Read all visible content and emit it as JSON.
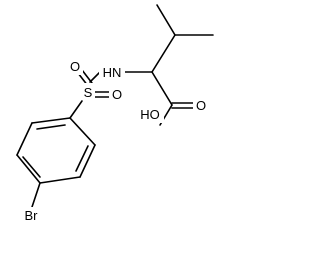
{
  "molecule": {
    "labels": {
      "nh": "HN",
      "sulfur": "S",
      "oxygen_top": "O",
      "oxygen_right": "O",
      "carbonyl_oxygen": "O",
      "hydroxyl": "HO",
      "bromine": "Br"
    }
  }
}
